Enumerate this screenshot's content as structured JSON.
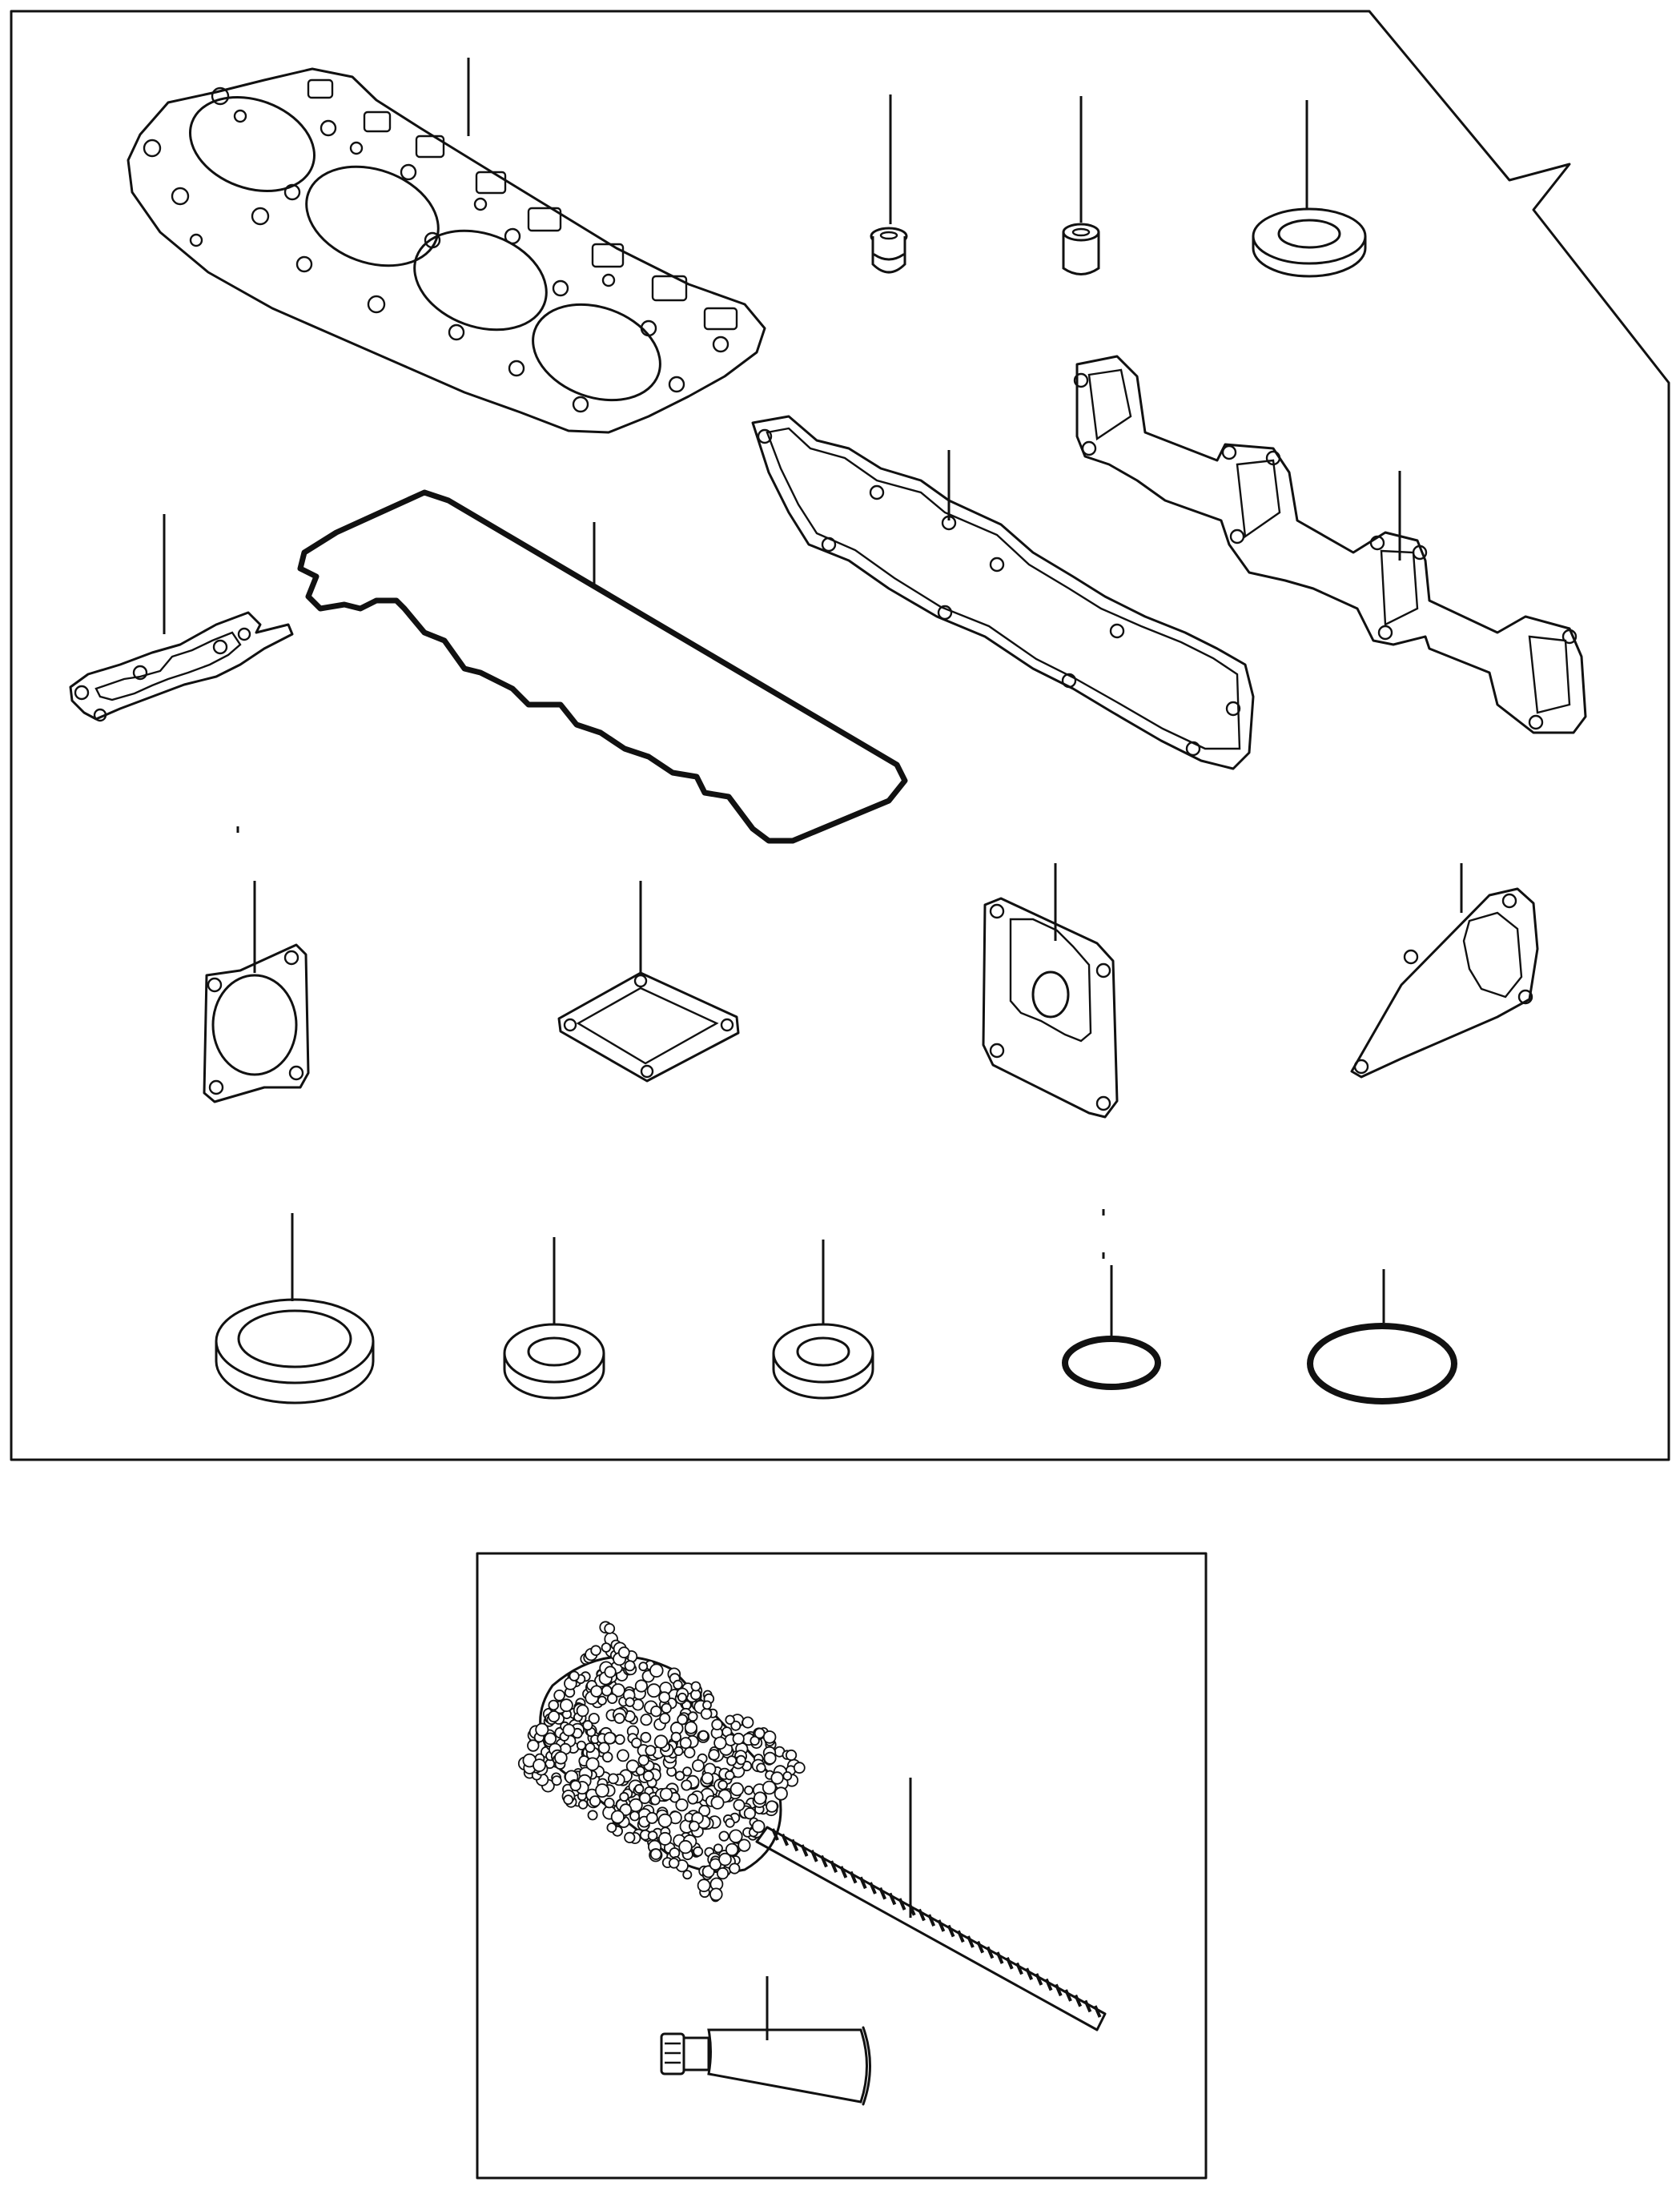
{
  "figure": {
    "type": "exploded-parts-diagram",
    "panels": [
      "gasket-kit-panel",
      "cleaning-tools-panel"
    ],
    "background_color": "#ffffff",
    "line_color": "#111111"
  },
  "parts": [
    {
      "name": "cylinder-head-gasket",
      "icon": "head-gasket-icon"
    },
    {
      "name": "valve-stem-seal",
      "icon": "valve-stem-seal-icon"
    },
    {
      "name": "sleeve-bushing",
      "icon": "bushing-icon"
    },
    {
      "name": "sealing-washer-large",
      "icon": "washer-icon"
    },
    {
      "name": "exhaust-manifold-gasket",
      "icon": "manifold-gasket-icon"
    },
    {
      "name": "intake-manifold-gasket",
      "icon": "manifold-gasket-icon"
    },
    {
      "name": "valve-cover-gasket",
      "icon": "cover-gasket-icon"
    },
    {
      "name": "small-plate-gasket",
      "icon": "plate-gasket-icon"
    },
    {
      "name": "thermostat-gasket",
      "icon": "square-gasket-icon"
    },
    {
      "name": "cover-plate-gasket",
      "icon": "square-gasket-icon"
    },
    {
      "name": "water-outlet-gasket",
      "icon": "square-gasket-icon"
    },
    {
      "name": "water-pump-gasket",
      "icon": "pump-gasket-icon"
    },
    {
      "name": "flat-washer-large",
      "icon": "washer-icon"
    },
    {
      "name": "flat-washer-medium",
      "icon": "washer-icon"
    },
    {
      "name": "flat-washer-medium-2",
      "icon": "washer-icon"
    },
    {
      "name": "o-ring-small",
      "icon": "o-ring-icon"
    },
    {
      "name": "o-ring-large",
      "icon": "o-ring-icon"
    },
    {
      "name": "cleaning-brush",
      "icon": "brush-icon"
    },
    {
      "name": "sealant-tube",
      "icon": "tube-icon"
    }
  ]
}
